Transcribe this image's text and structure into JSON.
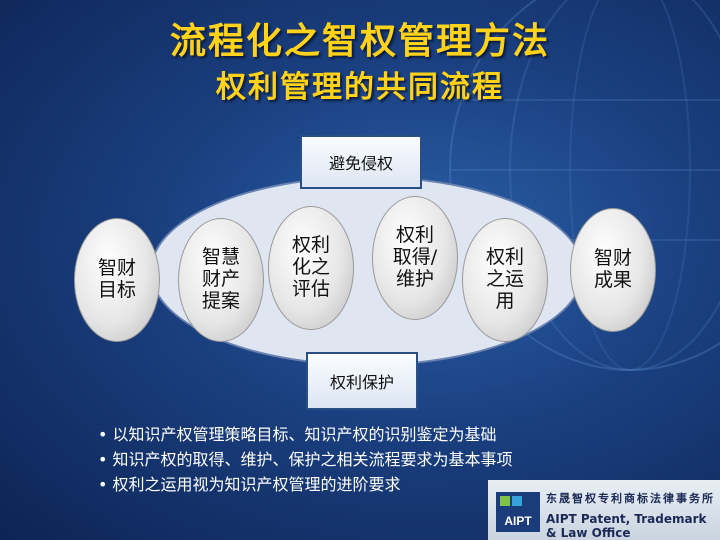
{
  "title": "流程化之智权管理方法",
  "subtitle": "权利管理的共同流程",
  "diagram": {
    "top_box": "避免侵权",
    "bottom_box": "权利保护",
    "ovals": [
      {
        "label": "智财目标"
      },
      {
        "label": "智慧财产提案"
      },
      {
        "label": "权利化之评估"
      },
      {
        "label": "权利取得/维护"
      },
      {
        "label": "权利之运用"
      },
      {
        "label": "智财成果"
      }
    ]
  },
  "bullets": [
    "以知识产权管理策略目标、知识产权的识别鉴定为基础",
    "知识产权的取得、维护、保护之相关流程要求为基本事项",
    "权利之运用视为知识产权管理的进阶要求"
  ],
  "brand": {
    "logo_text": "AIPT",
    "chinese": "东晟智权专利商标法律事务所",
    "english": "AIPT Patent, Trademark & Law Office"
  },
  "colors": {
    "title": "#ffd21a",
    "background": "#1a3f7f"
  }
}
